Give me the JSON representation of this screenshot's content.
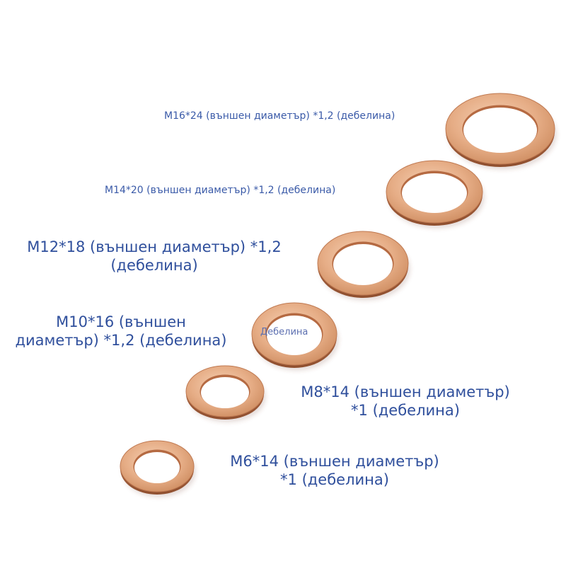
{
  "labels": {
    "m16": "M16*24 (външен диаметър) *1,2 (дебелина)",
    "m14": "M14*20 (външен диаметър) *1,2 (дебелина)",
    "m12_line1": "M12*18 (външен диаметър) *1,2",
    "m12_line2": "(дебелина)",
    "m10_line1": "M10*16 (външен",
    "m10_line2": "диаметър) *1,2 (дебелина)",
    "m8_line1": "M8*14 (външен диаметър)",
    "m8_line2": "*1 (дебелина)",
    "m6_line1": "M6*14 (външен диаметър)",
    "m6_line2": "*1 (дебелина)",
    "thickness": "Дебелина"
  },
  "colors": {
    "text": "#2f4f9c",
    "copper_light": "#f2c4a4",
    "copper_mid": "#d99a72",
    "copper_dark": "#a8623e",
    "background": "#ffffff"
  }
}
